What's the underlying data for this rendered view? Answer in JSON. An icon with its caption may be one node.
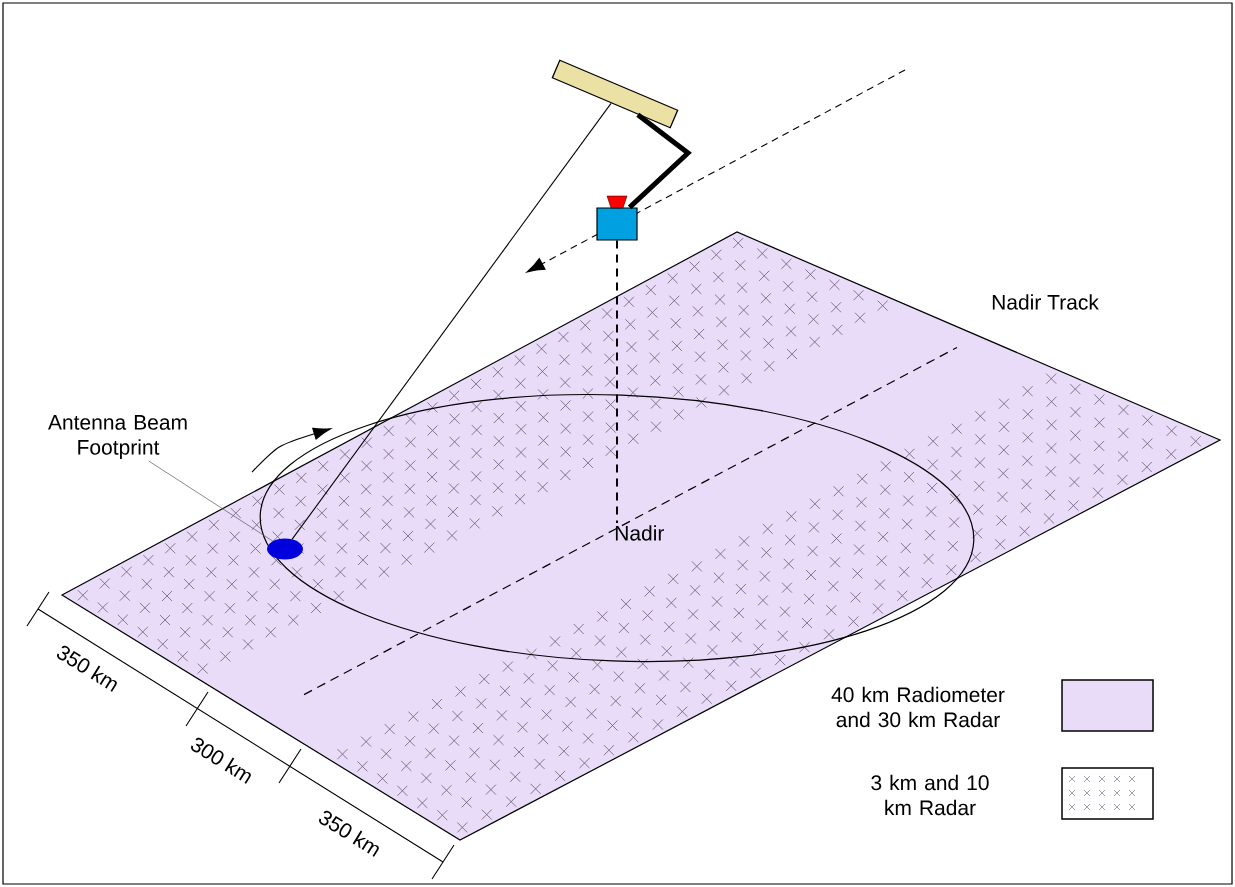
{
  "diagram": {
    "nodes": [
      {
        "text": [
          "Antenna Beam Footprint"
        ]
      },
      {
        "text": [],
        "shape": "ellipse"
      },
      {
        "text": [],
        "shape": "box"
      },
      {
        "text": [],
        "shape": "box"
      },
      {
        "text": [
          "Nadir"
        ]
      }
    ],
    "edges": [
      {
        "from": 0,
        "to": 1,
        "arrow": "none"
      },
      {
        "from": 2,
        "to": 1,
        "arrow": "none"
      },
      {
        "from": 2,
        "to": 3,
        "arrow": "none",
        "style": "thick"
      },
      {
        "from": 3,
        "to": 4,
        "arrow": "none",
        "style": "dashed"
      }
    ],
    "labels": [
      "Nadir Track",
      "350 km",
      "300 km",
      "350 km"
    ],
    "legend": [
      {
        "text": "40 km Radiometer and 30 km Radar",
        "color": "#e8dcf8"
      },
      {
        "text": "3 km and 10 km Radar"
      }
    ]
  }
}
